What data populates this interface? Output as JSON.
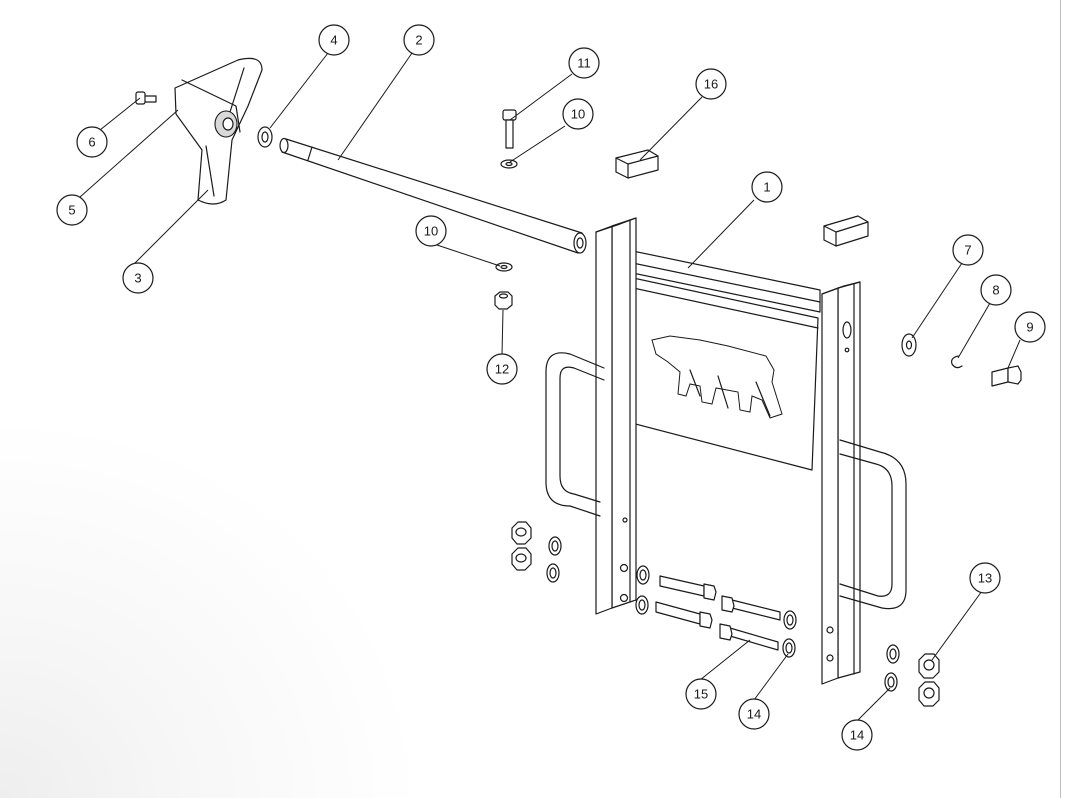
{
  "callouts": [
    {
      "label": "1"
    },
    {
      "label": "2"
    },
    {
      "label": "3"
    },
    {
      "label": "4"
    },
    {
      "label": "5"
    },
    {
      "label": "6"
    },
    {
      "label": "7"
    },
    {
      "label": "8"
    },
    {
      "label": "9"
    },
    {
      "label": "10"
    },
    {
      "label": "10"
    },
    {
      "label": "11"
    },
    {
      "label": "12"
    },
    {
      "label": "13"
    },
    {
      "label": "14"
    },
    {
      "label": "14"
    },
    {
      "label": "15"
    },
    {
      "label": "16"
    }
  ]
}
